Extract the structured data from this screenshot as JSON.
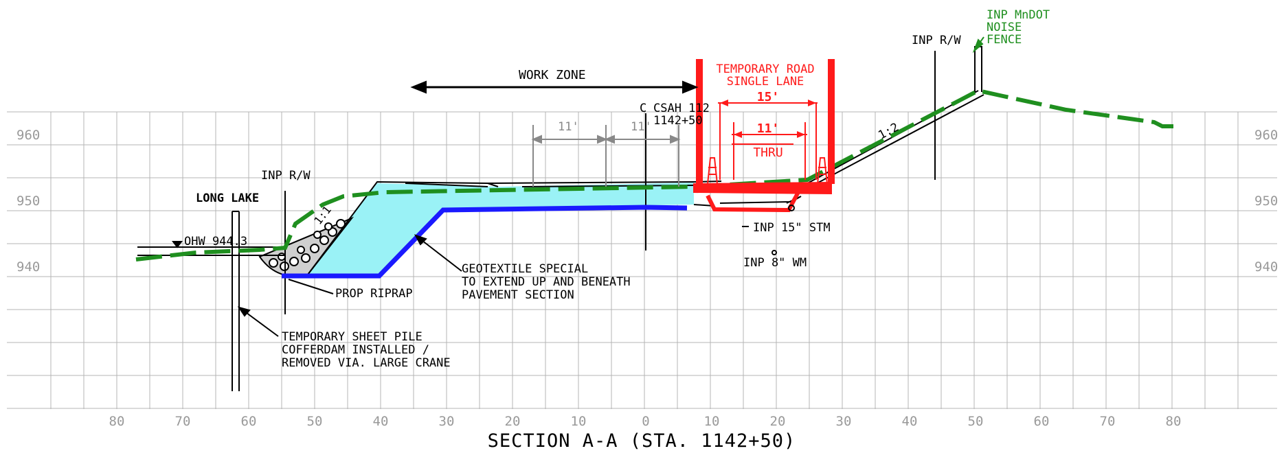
{
  "title": "SECTION A-A (STA. 1142+50)",
  "elevations": [
    "960",
    "950",
    "940"
  ],
  "offsets": [
    "80",
    "70",
    "60",
    "50",
    "40",
    "30",
    "20",
    "10",
    "0",
    "10",
    "20",
    "30",
    "40",
    "50",
    "60",
    "70",
    "80"
  ],
  "labels": {
    "inp_mndot_1": "INP MnDOT",
    "inp_mndot_2": "NOISE",
    "inp_mndot_3": "FENCE",
    "inp_rw_right": "INP R/W",
    "inp_rw_left": "INP R/W",
    "temp_road_1": "TEMPORARY ROAD",
    "temp_road_2": "SINGLE LANE",
    "work_zone": "WORK ZONE",
    "csah_c": "C",
    "csah_1": "CSAH 112",
    "csah_2": "1142+50",
    "dim_15": "15'",
    "dim_11_red": "11'",
    "thru": "THRU",
    "dim_11_a": "11'",
    "dim_11_b": "11'",
    "slope_12": "1:2",
    "slope_11": "1:1",
    "long_lake": "LONG LAKE",
    "ohw": "OHW 944.3",
    "inp_stm": "INP 15\" STM",
    "inp_wm": "INP 8\" WM",
    "geo_1": "GEOTEXTILE SPECIAL",
    "geo_2": "TO EXTEND UP AND BENEATH",
    "geo_3": "PAVEMENT SECTION",
    "prop_riprap": "PROP RIPRAP",
    "pile_1": "TEMPORARY SHEET PILE",
    "pile_2": "COFFERDAM INSTALLED /",
    "pile_3": "REMOVED VIA. LARGE CRANE"
  },
  "colors": {
    "grid": "#b4b4b4",
    "green": "#1f8f1f",
    "red": "#ff1a1a",
    "blue": "#1a1aff",
    "cyan": "#9af2f6",
    "tick": "#999999",
    "ink": "#000000"
  }
}
